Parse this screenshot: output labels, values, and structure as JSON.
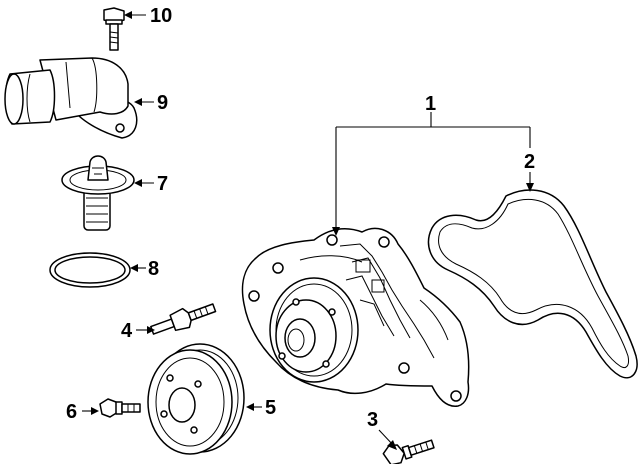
{
  "diagram": {
    "callouts": {
      "c1": "1",
      "c2": "2",
      "c3": "3",
      "c4": "4",
      "c5": "5",
      "c6": "6",
      "c7": "7",
      "c8": "8",
      "c9": "9",
      "c10": "10"
    },
    "colors": {
      "line": "#000000",
      "background": "#ffffff"
    }
  }
}
